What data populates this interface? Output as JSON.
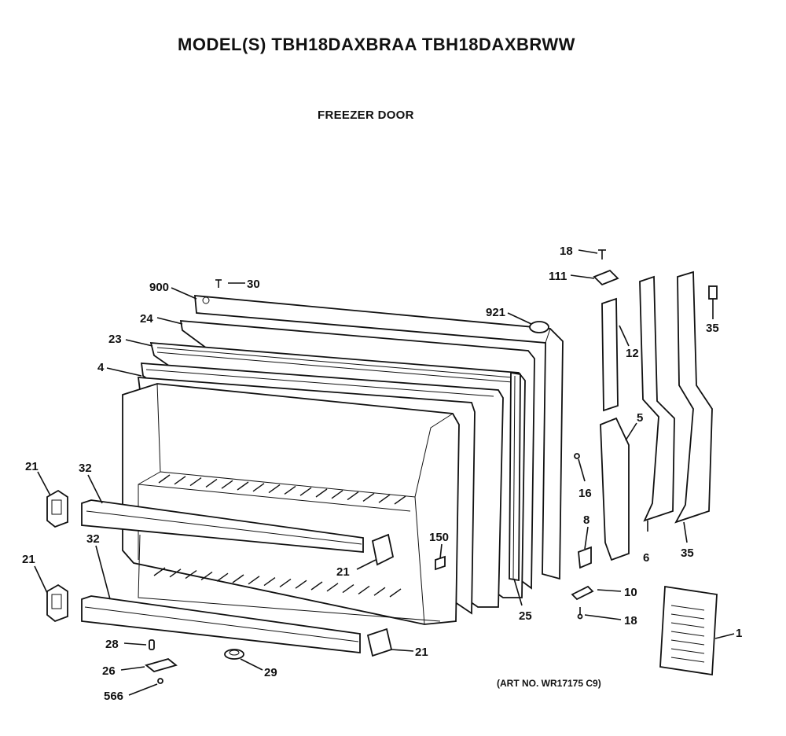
{
  "header": {
    "model_title": "MODEL(S) TBH18DAXBRAA  TBH18DAXBRWW",
    "section_title": "FREEZER DOOR"
  },
  "footer": {
    "art_number": "(ART NO. WR17175 C9)"
  },
  "callouts": [
    {
      "id": "c-18-top",
      "label": "18"
    },
    {
      "id": "c-111",
      "label": "111"
    },
    {
      "id": "c-900",
      "label": "900"
    },
    {
      "id": "c-30",
      "label": "30"
    },
    {
      "id": "c-921",
      "label": "921"
    },
    {
      "id": "c-35-top",
      "label": "35"
    },
    {
      "id": "c-24",
      "label": "24"
    },
    {
      "id": "c-12",
      "label": "12"
    },
    {
      "id": "c-23",
      "label": "23"
    },
    {
      "id": "c-4",
      "label": "4"
    },
    {
      "id": "c-5",
      "label": "5"
    },
    {
      "id": "c-21-left-top",
      "label": "21"
    },
    {
      "id": "c-32-top",
      "label": "32"
    },
    {
      "id": "c-16",
      "label": "16"
    },
    {
      "id": "c-8",
      "label": "8"
    },
    {
      "id": "c-150",
      "label": "150"
    },
    {
      "id": "c-21-mid",
      "label": "21"
    },
    {
      "id": "c-6",
      "label": "6"
    },
    {
      "id": "c-35-bottom",
      "label": "35"
    },
    {
      "id": "c-21-left-bottom",
      "label": "21"
    },
    {
      "id": "c-32-bottom",
      "label": "32"
    },
    {
      "id": "c-10",
      "label": "10"
    },
    {
      "id": "c-25",
      "label": "25"
    },
    {
      "id": "c-18-bottom",
      "label": "18"
    },
    {
      "id": "c-1",
      "label": "1"
    },
    {
      "id": "c-28",
      "label": "28"
    },
    {
      "id": "c-21-right-bottom",
      "label": "21"
    },
    {
      "id": "c-26",
      "label": "26"
    },
    {
      "id": "c-29",
      "label": "29"
    },
    {
      "id": "c-566",
      "label": "566"
    }
  ]
}
